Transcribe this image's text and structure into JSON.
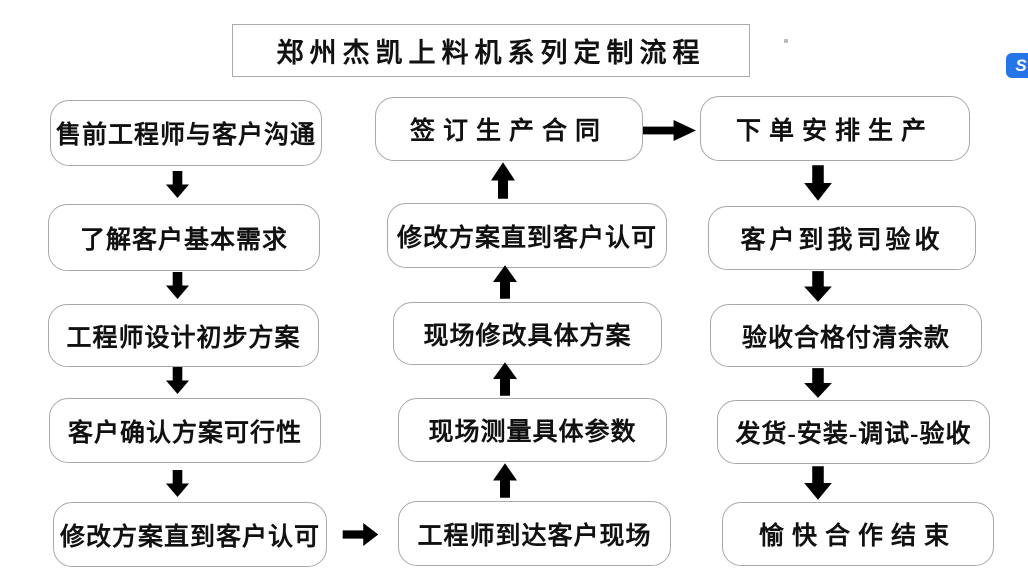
{
  "title": {
    "text": "郑州杰凯上料机系列定制流程"
  },
  "flow": {
    "left": [
      "售前工程师与客户沟通",
      "了解客户基本需求",
      "工程师设计初步方案",
      "客户确认方案可行性",
      "修改方案直到客户认可"
    ],
    "middle": [
      "签订生产合同",
      "修改方案直到客户认可",
      "现场修改具体方案",
      "现场测量具体参数",
      "工程师到达客户现场"
    ],
    "right": [
      "下单安排生产",
      "客户到我司验收",
      "验收合格付清余款",
      "发货-安装-调试-验收",
      "愉快合作结束"
    ]
  },
  "connections": {
    "left_column_direction": "down",
    "middle_column_direction": "up",
    "right_column_direction": "down",
    "cross_links": [
      "修改方案直到客户认可 → 工程师到达客户现场",
      "签订生产合同 → 下单安排生产"
    ]
  },
  "overlay": {
    "app_badge_glyph": "S"
  },
  "colors": {
    "box_border": "#a9a9a9",
    "text": "#111111",
    "arrow_outline": "#1a1a1a",
    "badge_background": "#2575e8"
  }
}
